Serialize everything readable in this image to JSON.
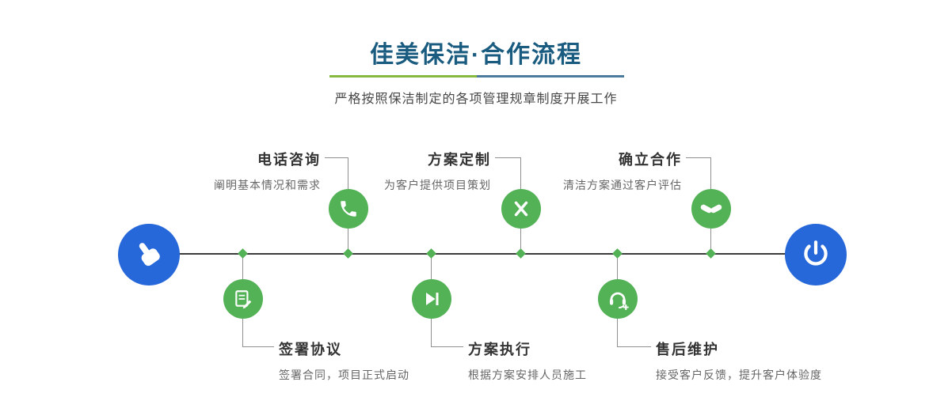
{
  "header": {
    "title": "佳美保洁·合作流程",
    "subtitle": "严格按照保洁制定的各项管理规章制度开展工作"
  },
  "timeline": {
    "start_icon": "pointing-hand-icon",
    "end_icon": "power-icon"
  },
  "steps_top": [
    {
      "title": "电话咨询",
      "desc": "阐明基本情况和需求",
      "icon": "phone-icon"
    },
    {
      "title": "方案定制",
      "desc": "为客户提供项目策划",
      "icon": "design-tools-icon"
    },
    {
      "title": "确立合作",
      "desc": "清洁方案通过客户评估",
      "icon": "handshake-icon"
    }
  ],
  "steps_bottom": [
    {
      "title": "签署协议",
      "desc": "签署合同，项目正式启动",
      "icon": "contract-icon"
    },
    {
      "title": "方案执行",
      "desc": "根据方案安排人员施工",
      "icon": "play-icon"
    },
    {
      "title": "售后维护",
      "desc": "接受客户反馈，提升客户体验度",
      "icon": "headset-icon"
    }
  ],
  "colors": {
    "title_blue": "#1a5b80",
    "divider_green": "#86b93e",
    "divider_blue": "#4a7b9d",
    "node_blue": "#2667d9",
    "node_green": "#53b156",
    "line_dark": "#3b3b3b",
    "connector_gray": "#8f8f8f"
  }
}
